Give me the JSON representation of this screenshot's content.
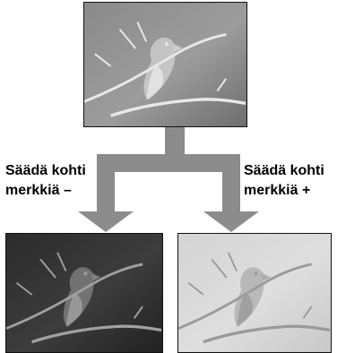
{
  "labels": {
    "left_line1": "Säädä kohti",
    "left_line2": "merkkiä –",
    "right_line1": "Säädä kohti",
    "right_line2": "merkkiä +"
  },
  "photos": {
    "original": "bird-photo-normal",
    "darker": "bird-photo-darker",
    "lighter": "bird-photo-lighter"
  },
  "colors": {
    "arrow": "#8c8c8c",
    "frame": "#111111"
  }
}
